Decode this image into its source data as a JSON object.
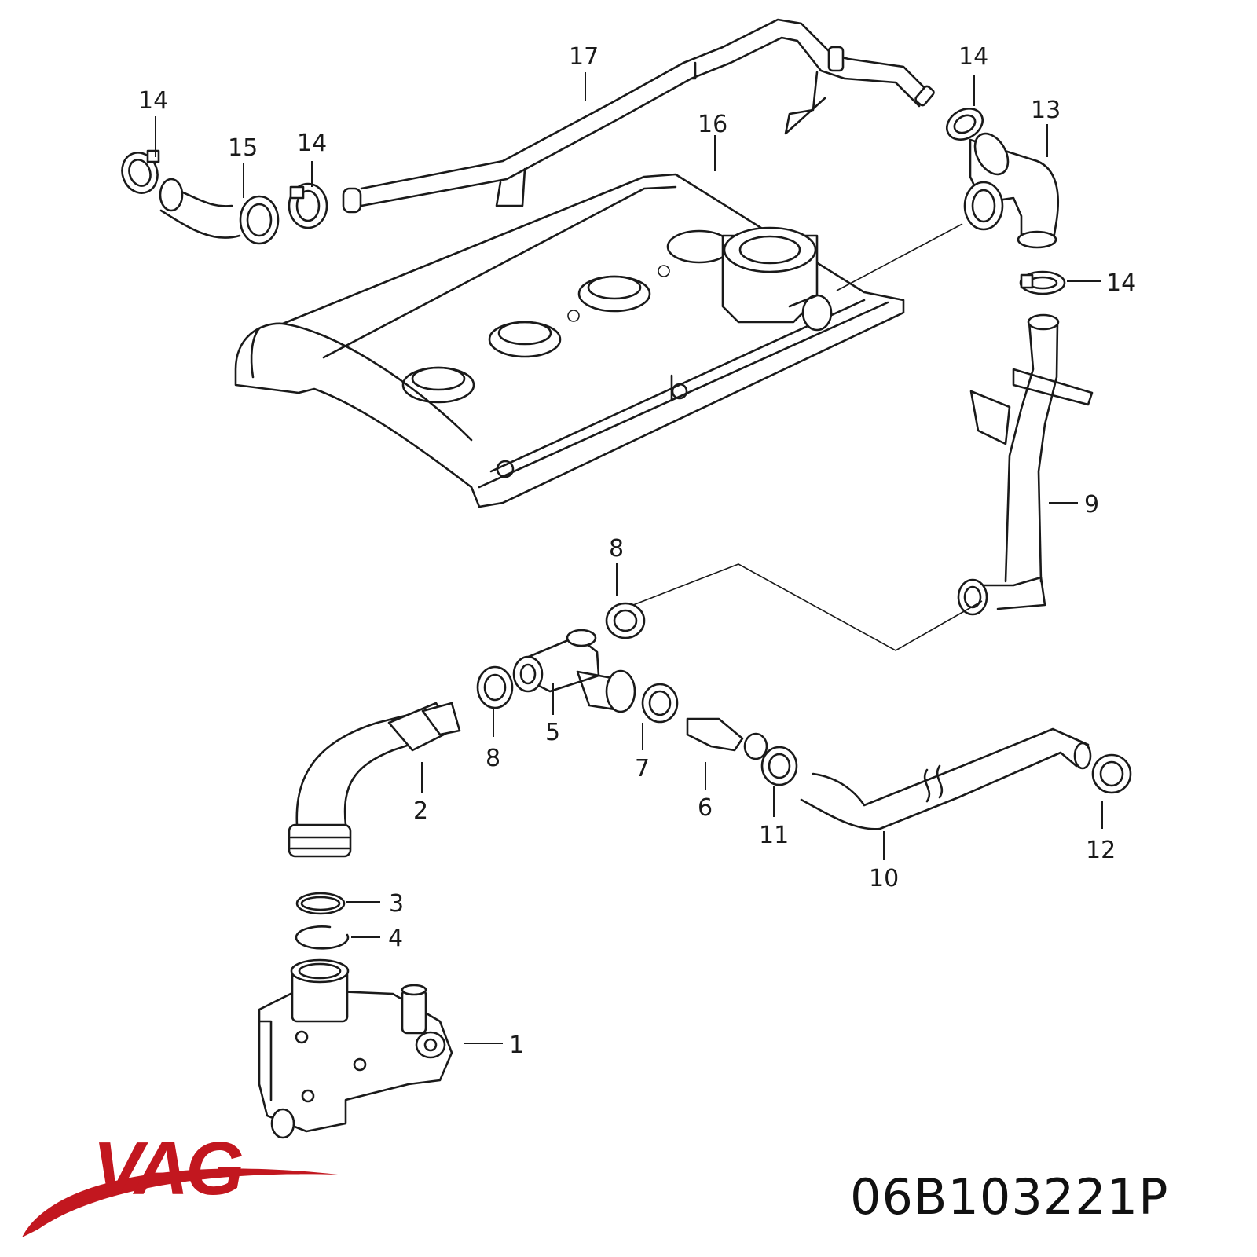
{
  "diagram": {
    "callouts": [
      {
        "id": "c1",
        "label": "1"
      },
      {
        "id": "c2",
        "label": "2"
      },
      {
        "id": "c3",
        "label": "3"
      },
      {
        "id": "c4",
        "label": "4"
      },
      {
        "id": "c5",
        "label": "5"
      },
      {
        "id": "c6",
        "label": "6"
      },
      {
        "id": "c7",
        "label": "7"
      },
      {
        "id": "c8a",
        "label": "8"
      },
      {
        "id": "c8b",
        "label": "8"
      },
      {
        "id": "c9",
        "label": "9"
      },
      {
        "id": "c10",
        "label": "10"
      },
      {
        "id": "c11",
        "label": "11"
      },
      {
        "id": "c12",
        "label": "12"
      },
      {
        "id": "c13",
        "label": "13"
      },
      {
        "id": "c14a",
        "label": "14"
      },
      {
        "id": "c14b",
        "label": "14"
      },
      {
        "id": "c14c",
        "label": "14"
      },
      {
        "id": "c14d",
        "label": "14"
      },
      {
        "id": "c15",
        "label": "15"
      },
      {
        "id": "c16",
        "label": "16"
      },
      {
        "id": "c17",
        "label": "17"
      }
    ]
  },
  "brand": {
    "logo_text": "VAG",
    "logo_color": "#c2171f"
  },
  "part_number": "06B103221P"
}
